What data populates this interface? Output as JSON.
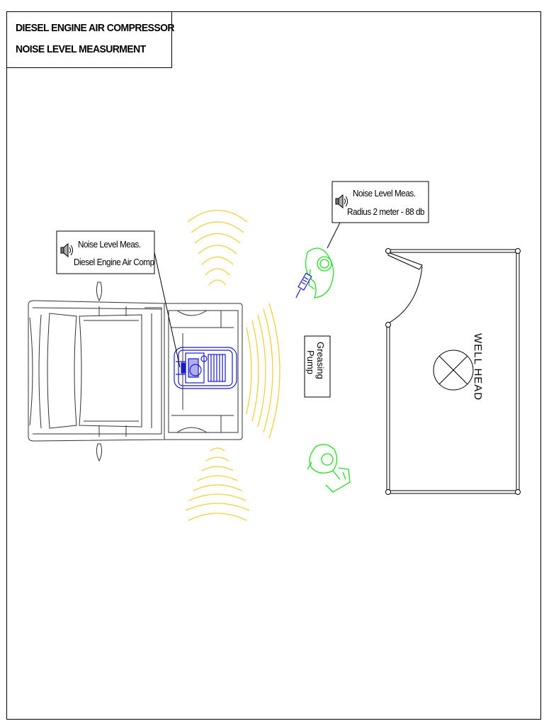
{
  "title": {
    "line1": "DIESEL ENGINE AIR COMPRESSOR",
    "line2": "NOISE LEVEL MEASURMENT"
  },
  "callout_compressor": {
    "line1": "Noise Level Meas.",
    "line2": "Diesel Engine Air Comp",
    "icon": "speaker-icon"
  },
  "callout_radius": {
    "line1": "Noise Level Meas.",
    "line2": "Radius 2 meter - 88 db",
    "icon": "speaker-icon"
  },
  "greasing_pump": {
    "line1": "Greasing",
    "line2": "Pump"
  },
  "well_head": {
    "label": "WELL HEAD"
  },
  "colors": {
    "sound_waves": "#f2cf3a",
    "compressor": "#1a1acc",
    "workers": "#22dd22",
    "meter": "#1a1acc",
    "lines": "#000000"
  }
}
